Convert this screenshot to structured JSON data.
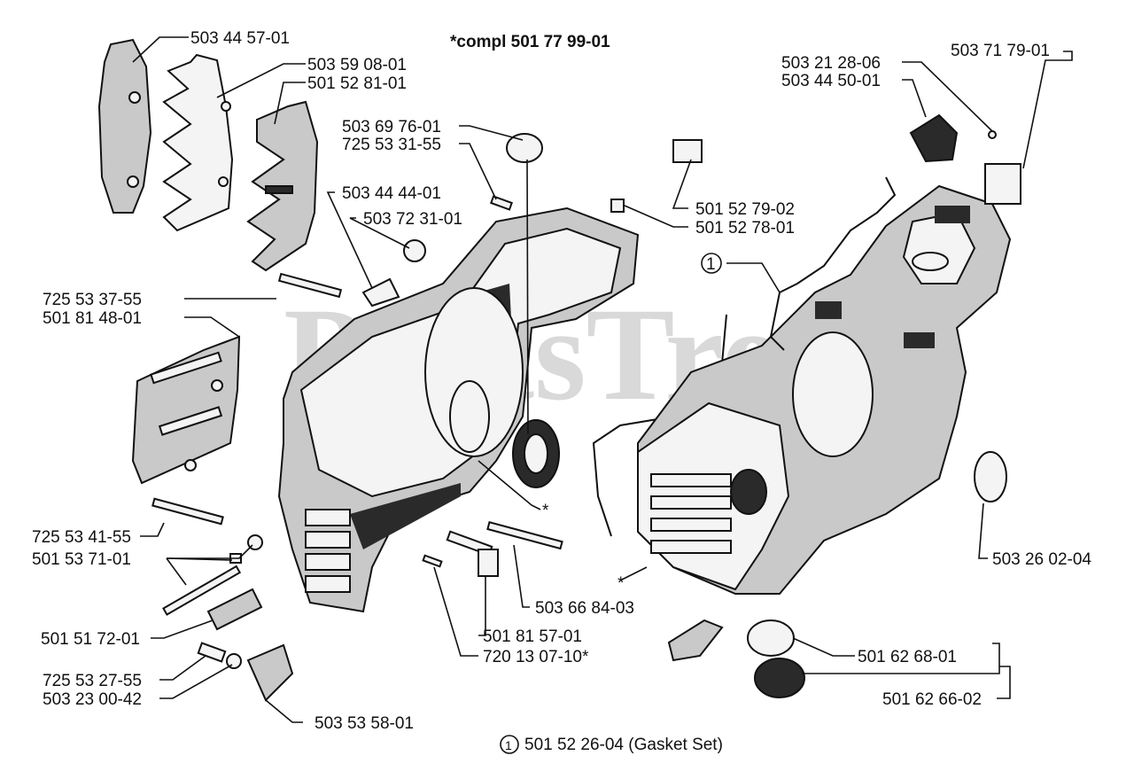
{
  "watermark": "PartsTree",
  "header": {
    "complete_note": "*compl 501 77 99-01"
  },
  "footer": {
    "circle_number": "1",
    "gasket_note": "501 52 26-04 (Gasket Set)"
  },
  "callouts": {
    "c1": "503 44 57-01",
    "c2": "503 59 08-01",
    "c3": "501 52 81-01",
    "c4": "503 69 76-01",
    "c5": "725 53 31-55",
    "c6": "503 44 44-01",
    "c7": "503 72 31-01",
    "c8": "725 53 37-55",
    "c9": "501 81 48-01",
    "c10": "501 52 79-02",
    "c11": "501 52 78-01",
    "c12": "503 21 28-06",
    "c13": "503 44 50-01",
    "c14": "503 71 79-01",
    "c15": "1",
    "c16": "725 53 41-55",
    "c17": "501 53 71-01",
    "c18": "501 51 72-01",
    "c19": "725 53 27-55",
    "c20": "503 23 00-42",
    "c21": "503 53 58-01",
    "c22": "503 66 84-03",
    "c23": "501 81 57-01",
    "c24": "720 13 07-10*",
    "c25": "503 26 02-04",
    "c26": "501 62 68-01",
    "c27": "501 62 66-02",
    "c28": "*",
    "c29": "*"
  }
}
